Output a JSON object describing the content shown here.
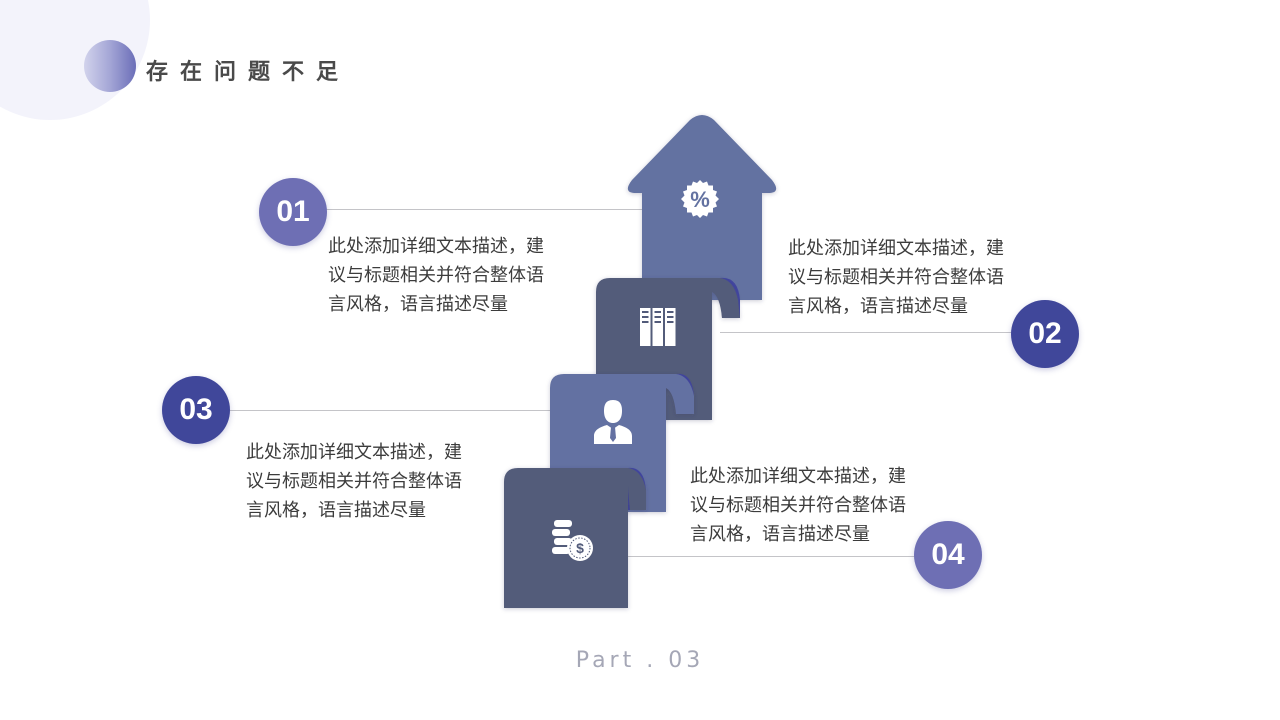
{
  "slide": {
    "title": "存在问题不足",
    "footer": "Part . 03"
  },
  "colors": {
    "arrow": "#6372a1",
    "ribbon_dark": "#525b7a",
    "ribbon_mid": "#6471a2",
    "ribbon_fold": "#4347a0",
    "badge_light": "#6e6fb4",
    "badge_dark": "#40479a",
    "text": "#3c3c3c"
  },
  "steps": [
    {
      "number": "01",
      "icon": "percent-badge-icon",
      "description": "此处添加详细文本描述，建议与标题相关并符合整体语言风格，语言描述尽量"
    },
    {
      "number": "02",
      "icon": "books-icon",
      "description": "此处添加详细文本描述，建议与标题相关并符合整体语言风格，语言描述尽量"
    },
    {
      "number": "03",
      "icon": "businessman-icon",
      "description": "此处添加详细文本描述，建议与标题相关并符合整体语言风格，语言描述尽量"
    },
    {
      "number": "04",
      "icon": "coins-dollar-icon",
      "description": "此处添加详细文本描述，建议与标题相关并符合整体语言风格，语言描述尽量"
    }
  ]
}
